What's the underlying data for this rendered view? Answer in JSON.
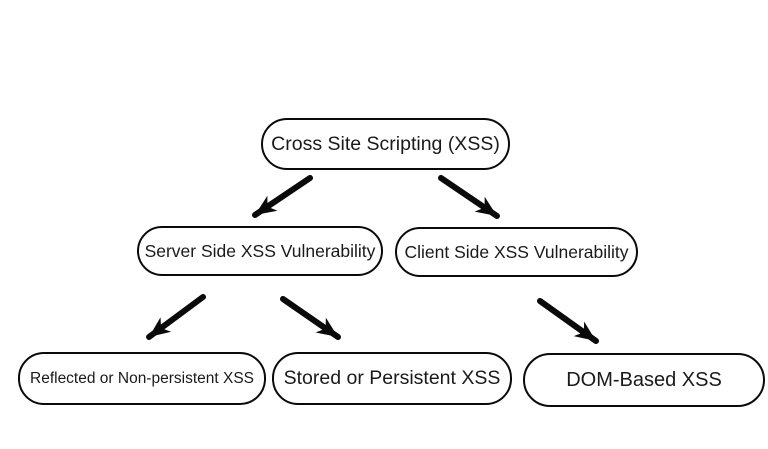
{
  "diagram": {
    "type": "tree-flowchart",
    "colors": {
      "background": "#ffffff",
      "node_fill": "#ffffff",
      "node_stroke": "#0a0a0a",
      "arrow": "#0a0a0a",
      "text": "#1a1a1a"
    },
    "nodes": [
      {
        "id": "root",
        "label": "Cross Site Scripting (XSS)",
        "level": 1
      },
      {
        "id": "server",
        "label": "Server Side XSS Vulnerability",
        "level": 2
      },
      {
        "id": "client",
        "label": "Client Side XSS Vulnerability",
        "level": 2
      },
      {
        "id": "reflected",
        "label": "Reflected or Non-persistent XSS",
        "level": 3
      },
      {
        "id": "stored",
        "label": "Stored or Persistent XSS",
        "level": 3
      },
      {
        "id": "dom",
        "label": "DOM-Based XSS",
        "level": 3
      }
    ],
    "edges": [
      {
        "from": "root",
        "to": "server"
      },
      {
        "from": "root",
        "to": "client"
      },
      {
        "from": "server",
        "to": "reflected"
      },
      {
        "from": "server",
        "to": "stored"
      },
      {
        "from": "client",
        "to": "dom"
      }
    ]
  }
}
